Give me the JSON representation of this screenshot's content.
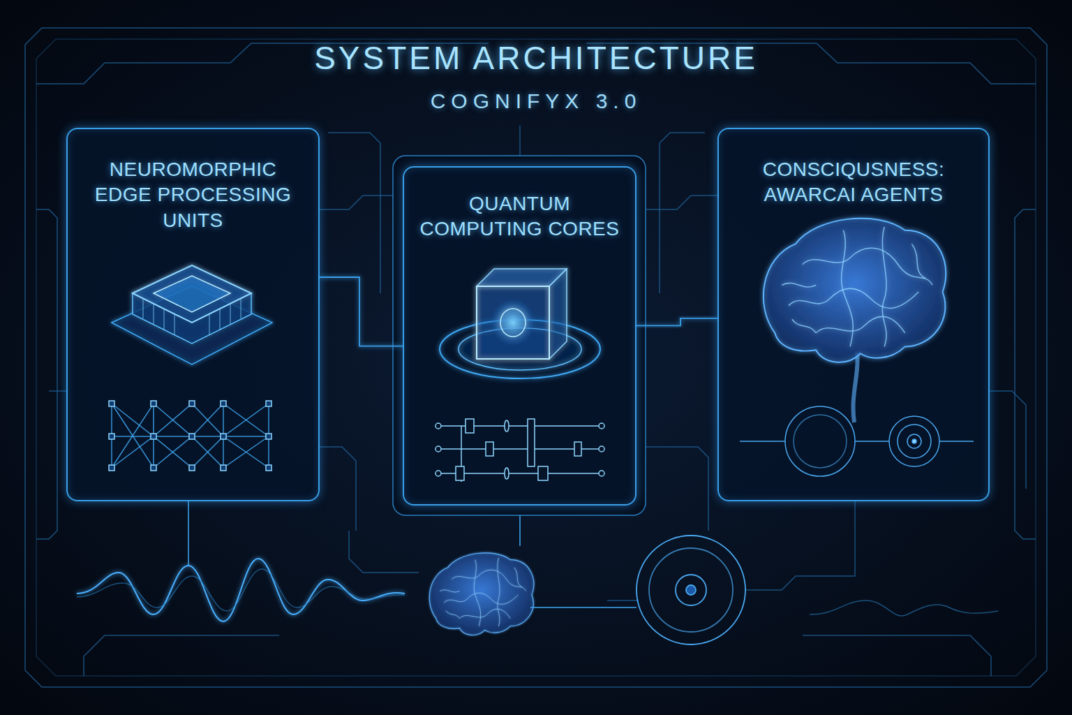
{
  "diagram": {
    "title": "SYSTEM ARCHITECTURE",
    "nodes": [
      {
        "text": [
          "NEUROMORPHIC EDGE PROCESSING UNITS"
        ]
      },
      {
        "text": [
          "QUANTUM COMPUTING CORES"
        ]
      },
      {
        "text": [
          "CONSCIQUSNESS: AWARCAI AGENTS"
        ]
      }
    ],
    "edges": [
      {
        "from": 0,
        "to": 1,
        "arrow": "none"
      },
      {
        "from": 1,
        "to": 2,
        "arrow": "none"
      }
    ],
    "labels": [
      "COGNIFYX 3.0"
    ]
  }
}
